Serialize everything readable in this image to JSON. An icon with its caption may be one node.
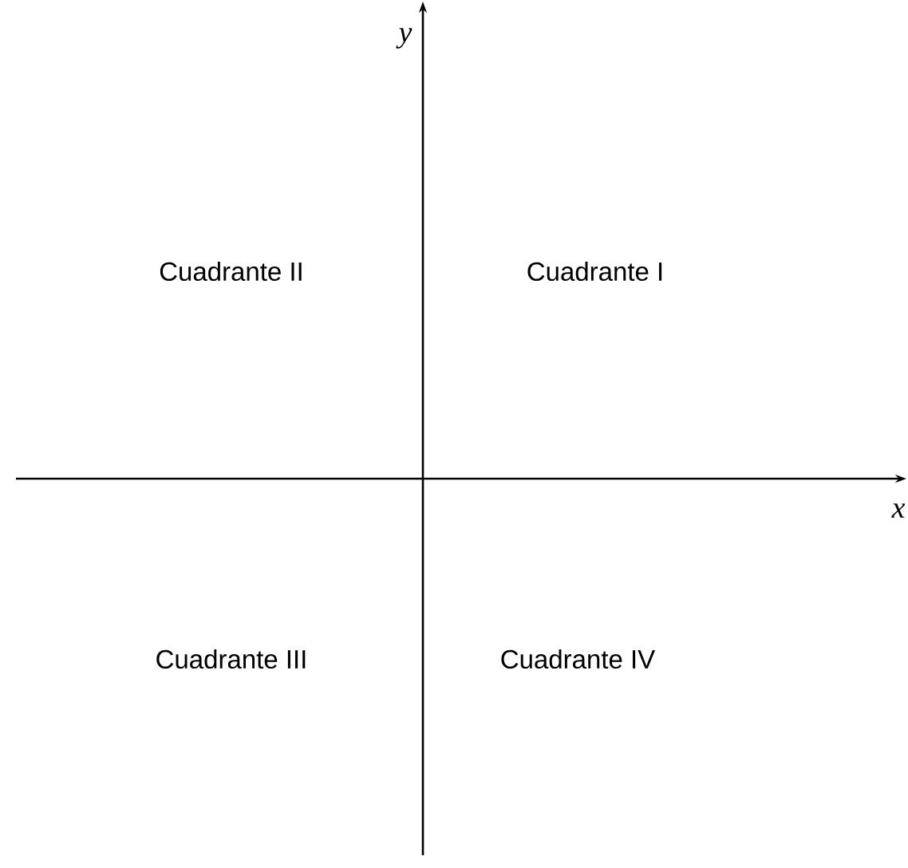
{
  "diagram": {
    "labels": [
      "y",
      "Cuadrante II",
      "Cuadrante I",
      "x",
      "Cuadrante III",
      "Cuadrante IV"
    ]
  }
}
